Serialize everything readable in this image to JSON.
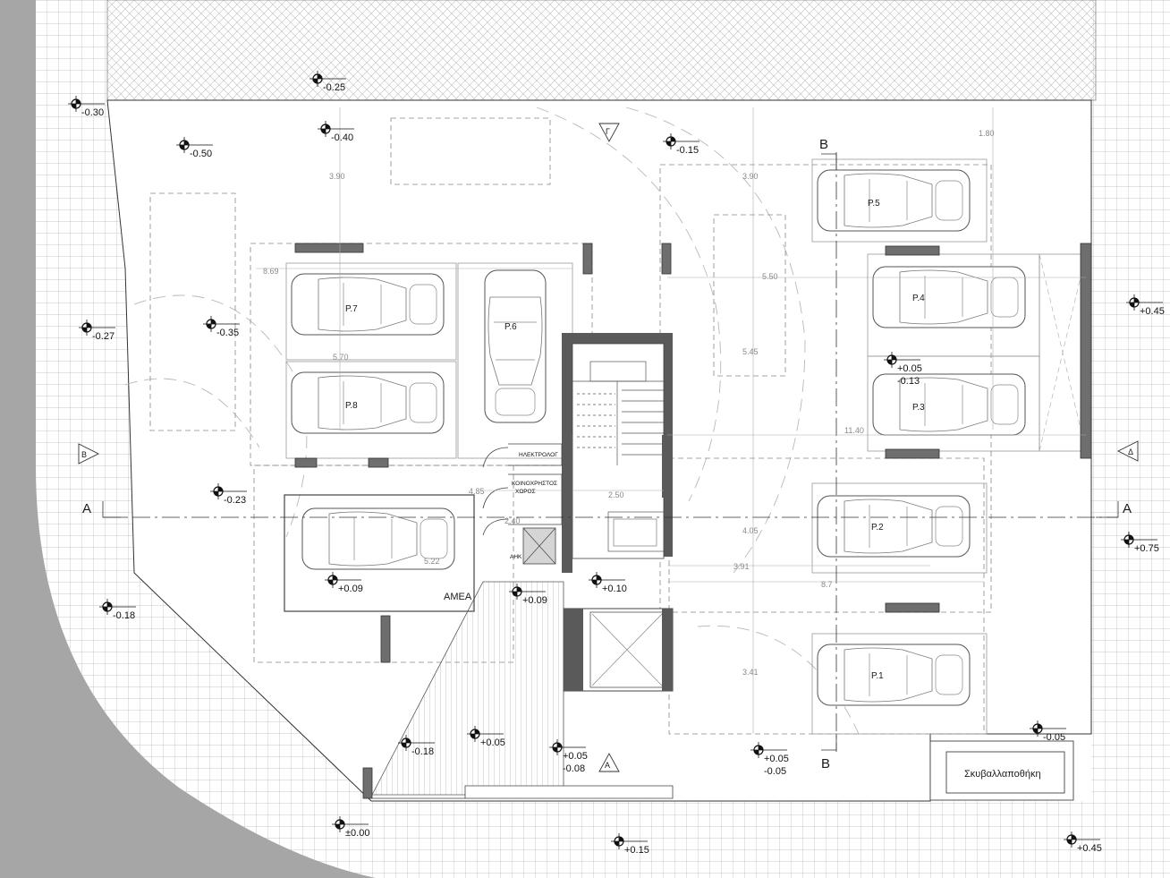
{
  "parking": [
    {
      "id": "p1",
      "label": "P.1"
    },
    {
      "id": "p2",
      "label": "P.2"
    },
    {
      "id": "p3",
      "label": "P.3"
    },
    {
      "id": "p4",
      "label": "P.4"
    },
    {
      "id": "p5",
      "label": "P.5"
    },
    {
      "id": "p6",
      "label": "P.6"
    },
    {
      "id": "p7",
      "label": "P.7"
    },
    {
      "id": "p8",
      "label": "P.8"
    }
  ],
  "accessible_space": "ΑΜΕΑ",
  "rooms": {
    "electrician": "ΗΛΕΚΤΡΟΛΟΓ",
    "common_1": "ΚΟΙΝΟΧΡΗΣΤΟΣ",
    "common_2": "ΧΩΡΟΣ",
    "lift": "ΑΗΚ",
    "waste_store": "Σκυβαλλαποθήκη"
  },
  "section_marks": {
    "a_left": "A",
    "a_right": "A",
    "b_top": "B",
    "b_bottom": "B"
  },
  "view_markers": {
    "gamma": "Γ",
    "beta": "Β",
    "delta": "Δ",
    "alpha": "Α"
  },
  "levels": [
    "-0.30",
    "-0.25",
    "-0.40",
    "-0.50",
    "-0.15",
    "+0.45",
    "-0.27",
    "-0.35",
    "+0.05",
    "-0.13",
    "-0.23",
    "+0.75",
    "-0.18",
    "+0.09",
    "+0.09",
    "+0.10",
    "+0.05",
    "-0.18",
    "+0.05",
    "-0.08",
    "+0.05",
    "-0.05",
    "-0.05",
    "±0.00",
    "+0.15",
    "+0.45"
  ],
  "dimensions": [
    "3.90",
    "3.90",
    "1.80",
    "8.69",
    "5.70",
    "5.50",
    "5.45",
    "11.40",
    "4.85",
    "2.50",
    "4.05",
    "3.91",
    "8.7",
    "3.41",
    "5.22",
    "2.40"
  ]
}
